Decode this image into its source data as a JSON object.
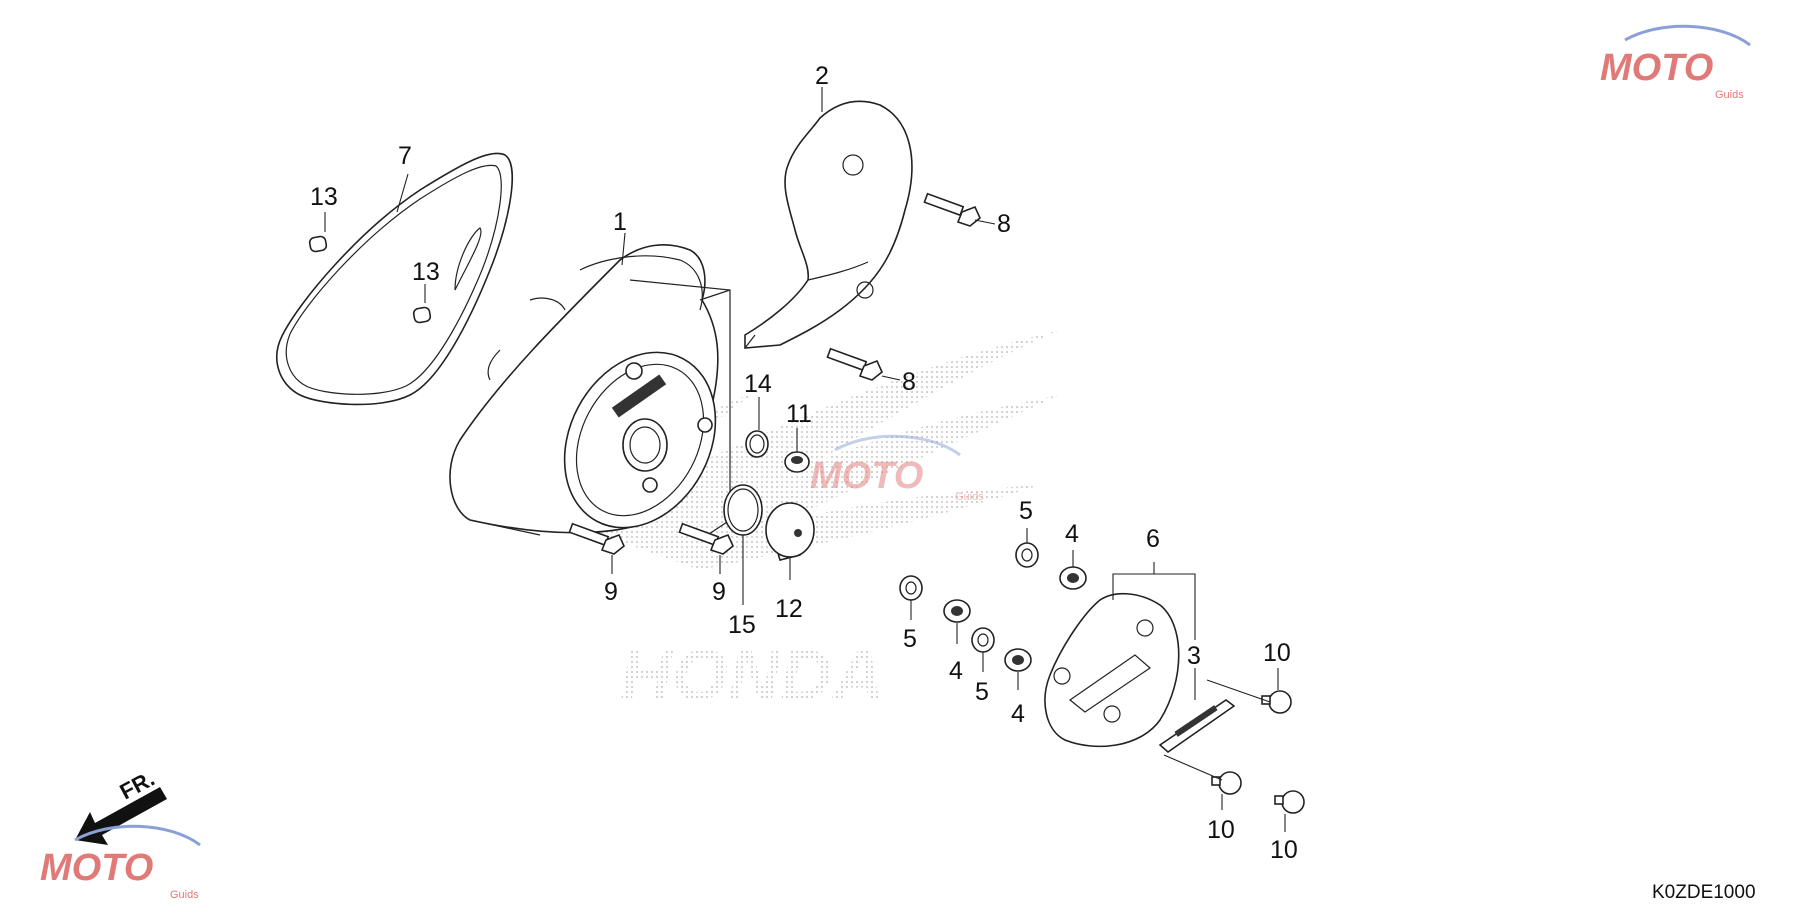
{
  "diagram": {
    "code": "K0ZDE1000",
    "front_label": "FR.",
    "brand_text": "HONDA",
    "watermark_text": "MOTO",
    "watermark_sub": "Guids",
    "labels": {
      "p1": "1",
      "p2": "2",
      "p3": "3",
      "p4a": "4",
      "p4b": "4",
      "p4c": "4",
      "p5a": "5",
      "p5b": "5",
      "p5c": "5",
      "p6": "6",
      "p7": "7",
      "p8a": "8",
      "p8b": "8",
      "p9a": "9",
      "p9b": "9",
      "p10a": "10",
      "p10b": "10",
      "p10c": "10",
      "p11": "11",
      "p12": "12",
      "p13a": "13",
      "p13b": "13",
      "p14": "14",
      "p15": "15"
    }
  },
  "colors": {
    "line": "#222222",
    "watermark_red": "#d9534f",
    "watermark_blue": "#8aa0d6",
    "dots": "#bdbdbd"
  }
}
